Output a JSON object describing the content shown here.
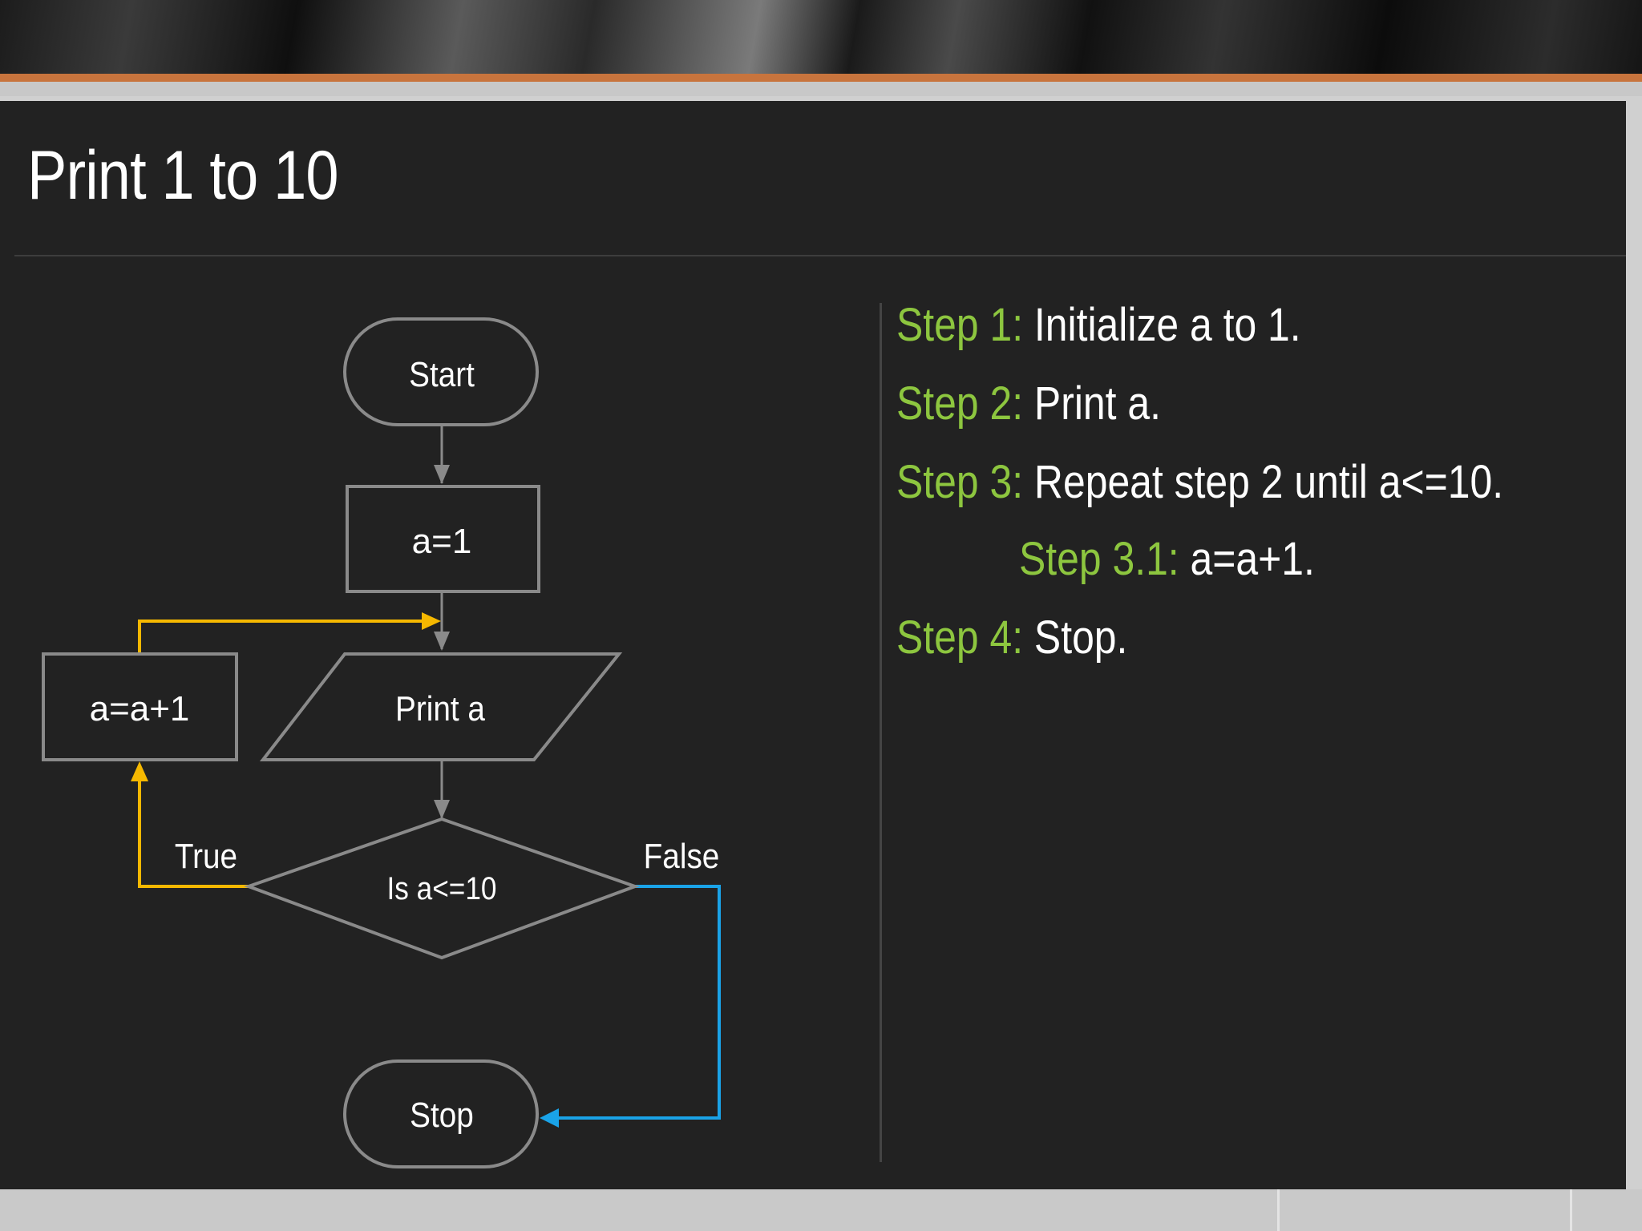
{
  "slide": {
    "title": "Print 1 to 10"
  },
  "flowchart": {
    "start": "Start",
    "init": "a=1",
    "print": "Print a",
    "increment": "a=a+1",
    "decision": "Is a<=10",
    "true_label": "True",
    "false_label": "False",
    "stop": "Stop"
  },
  "steps": [
    {
      "label": "Step 1:",
      "text": " Initialize a to 1."
    },
    {
      "label": "Step 2:",
      "text": " Print a."
    },
    {
      "label": "Step 3:",
      "text": " Repeat step 2 until a<=10."
    },
    {
      "label": "Step 3.1:",
      "text": " a=a+1."
    },
    {
      "label": "Step 4:",
      "text": " Stop."
    }
  ],
  "colors": {
    "true_path": "#f5b800",
    "false_path": "#1aa3e8",
    "step_label": "#8dc63f"
  }
}
